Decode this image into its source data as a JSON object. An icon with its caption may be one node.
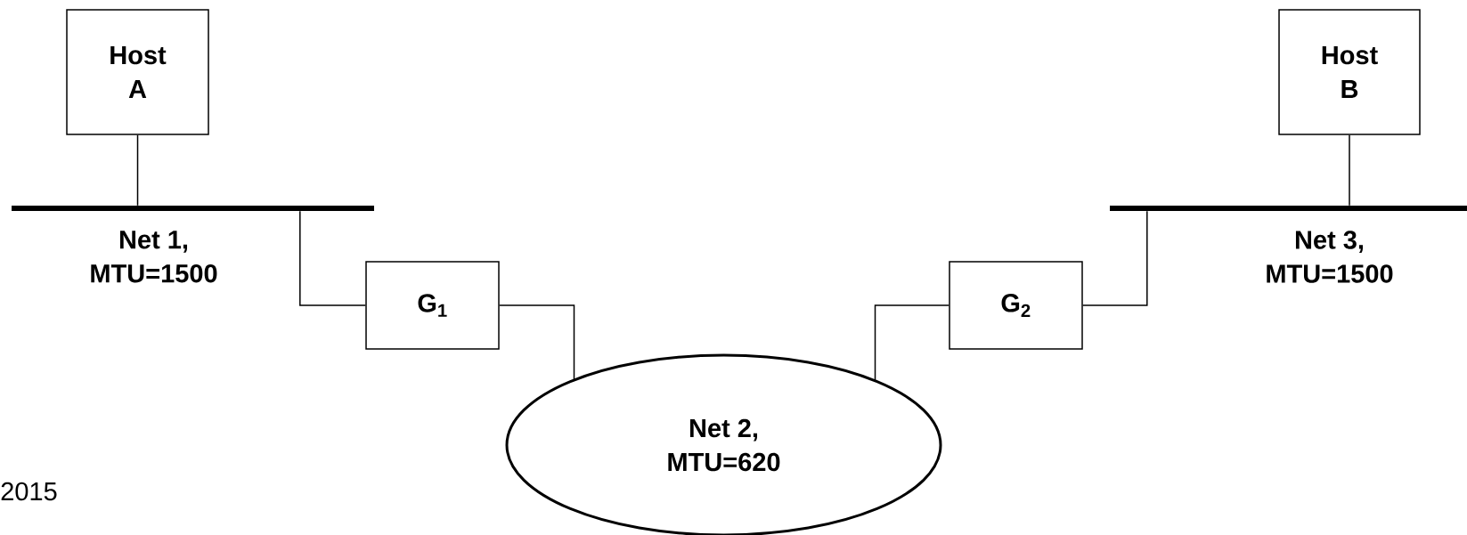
{
  "diagram": {
    "nodes": [
      {
        "text": [
          "Host A"
        ]
      },
      {
        "text": [
          "Net 1, MTU=1500"
        ]
      },
      {
        "text": [
          "G$_{1}$"
        ]
      },
      {
        "text": [
          "Net 2, MTU=620"
        ]
      },
      {
        "text": [
          "G$_{2}$"
        ]
      },
      {
        "text": [
          "Host B"
        ]
      },
      {
        "text": [
          "Net 3, MTU=1500"
        ]
      }
    ],
    "edges": [
      {
        "from": 0,
        "to": 1,
        "arrow": "none"
      },
      {
        "from": 1,
        "to": 2,
        "arrow": "none"
      },
      {
        "from": 2,
        "to": 3,
        "arrow": "none"
      },
      {
        "from": 3,
        "to": 4,
        "arrow": "none"
      },
      {
        "from": 4,
        "to": 6,
        "arrow": "none"
      },
      {
        "from": 5,
        "to": 6,
        "arrow": "none"
      }
    ],
    "labels": [
      "2015"
    ]
  }
}
